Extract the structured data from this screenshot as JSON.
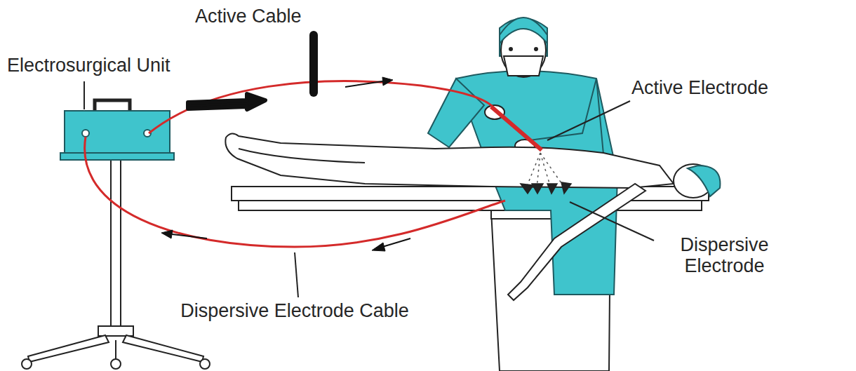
{
  "diagram": {
    "labels": [
      "Active Cable",
      "Electrosurgical Unit",
      "Active Electrode",
      "Dispersive Electrode",
      "Dispersive Electrode Cable"
    ]
  }
}
